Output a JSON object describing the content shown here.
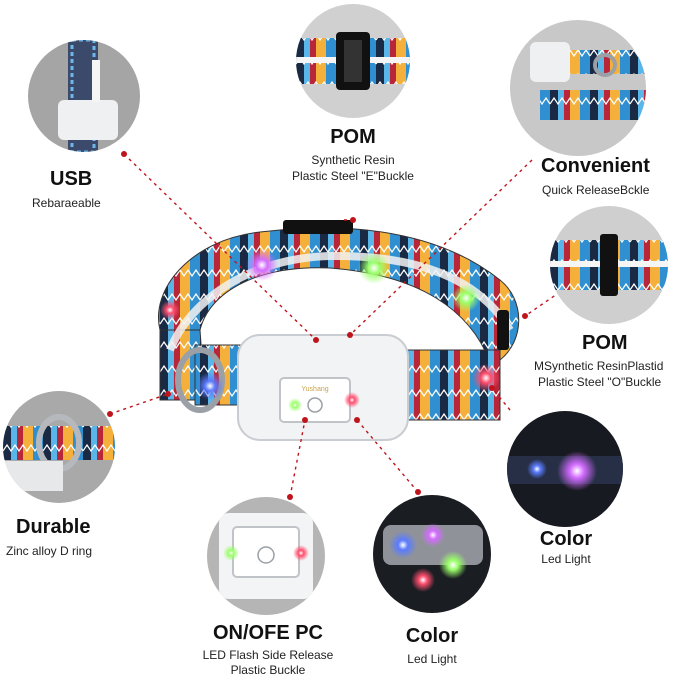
{
  "callouts": {
    "usb": {
      "title": "USB",
      "desc": "Rebaraeable"
    },
    "pom_top": {
      "title": "POM",
      "desc1": "Synthetic Resin",
      "desc2": "Plastic Steel \"E\"Buckle"
    },
    "convenient": {
      "title": "Convenient",
      "desc": "Quick ReleaseBckle"
    },
    "pom_right": {
      "title": "POM",
      "desc1": "MSynthetic ResinPlastid",
      "desc2": "Plastic Steel \"O\"Buckle"
    },
    "durable": {
      "title": "Durable",
      "desc": "Zinc alloy D ring"
    },
    "onoff": {
      "title": "ON/OFE PC",
      "desc1": "LED Flash Side Release",
      "desc2": "Plastic Buckle"
    },
    "color_mid": {
      "title": "Color",
      "desc": "Led Light"
    },
    "color_right": {
      "title": "Color",
      "desc": "Led Light"
    }
  },
  "buckle_brand": "Yushang",
  "colors": {
    "accent_dots": "#c0141c",
    "orange": "#f07a1e",
    "blue": "#2f8fd0",
    "navy": "#1a2a44"
  }
}
